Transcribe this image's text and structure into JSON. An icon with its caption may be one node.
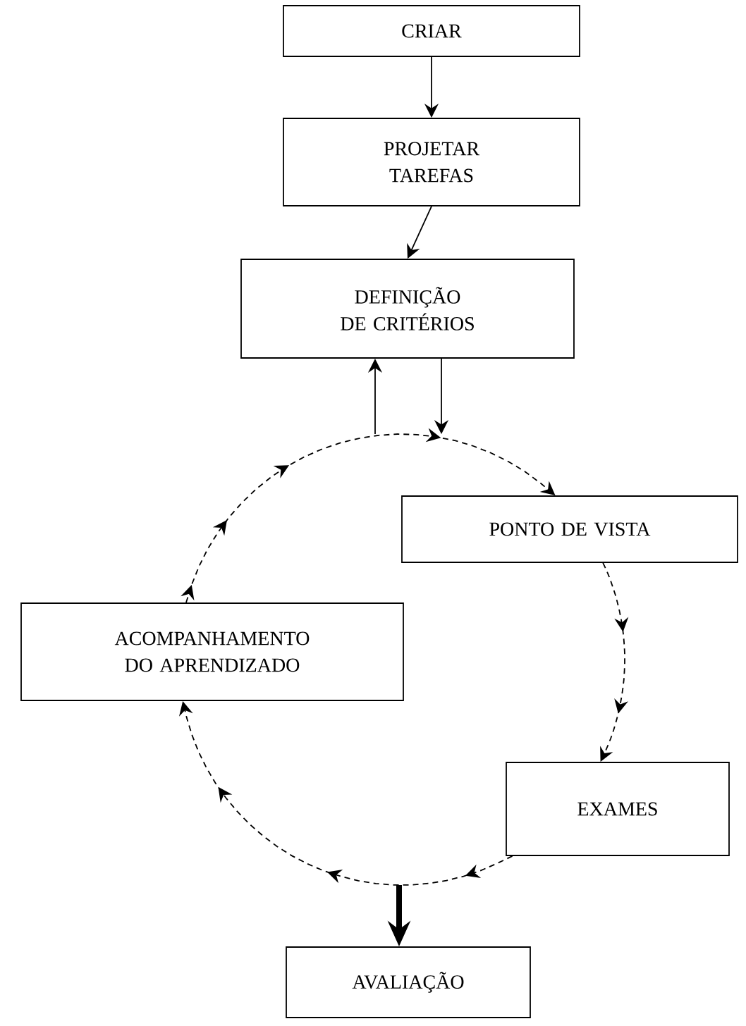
{
  "diagram": {
    "nodes": [
      {
        "text": [
          "CRIAR"
        ]
      },
      {
        "text": [
          "PROJETAR TAREFAS"
        ]
      },
      {
        "text": [
          "DEFINIÇÃO DE CRITÉRIOS"
        ]
      },
      {
        "text": [
          "PONTO DE VISTA"
        ]
      },
      {
        "text": [
          "ACOMPANHAMENTO DO APRENDIZADO"
        ]
      },
      {
        "text": [
          "EXAMES"
        ]
      },
      {
        "text": [
          "AVALIAÇÃO"
        ]
      }
    ],
    "edges": [
      {
        "from": 0,
        "to": 1,
        "arrow": "to"
      },
      {
        "from": 1,
        "to": 2,
        "arrow": "to"
      },
      {
        "from": 2,
        "to": null,
        "arrow": "to"
      },
      {
        "from": null,
        "to": 2,
        "arrow": "to"
      },
      {
        "from": 4,
        "to": 3,
        "arrow": "to",
        "style": "dashed"
      },
      {
        "from": 3,
        "to": 5,
        "arrow": "to",
        "style": "dashed"
      },
      {
        "from": 5,
        "to": 4,
        "arrow": "to",
        "style": "dashed"
      },
      {
        "from": null,
        "to": 6,
        "arrow": "to",
        "style": "thick"
      }
    ]
  }
}
